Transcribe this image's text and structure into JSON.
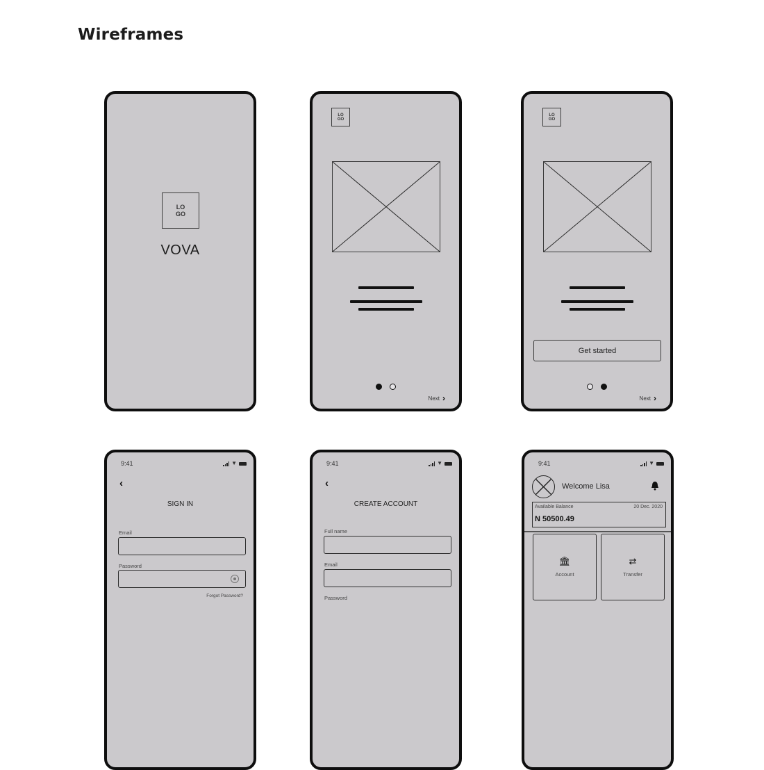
{
  "page": {
    "title": "Wireframes"
  },
  "colors": {
    "screen_bg": "#cbc9cc",
    "frame": "#0e0e0e",
    "stroke": "#3a3a3a",
    "page_bg": "#ffffff"
  },
  "splash": {
    "logo_line1": "LO",
    "logo_line2": "GO",
    "brand": "VOVA"
  },
  "onboarding1": {
    "logo_line1": "LO",
    "logo_line2": "GO",
    "image_icon": "image-placeholder-icon",
    "pagination": [
      "active",
      "inactive"
    ],
    "next_label": "Next",
    "next_icon": "chevron-right-icon"
  },
  "onboarding2": {
    "logo_line1": "LO",
    "logo_line2": "GO",
    "image_icon": "image-placeholder-icon",
    "cta_label": "Get started",
    "pagination": [
      "inactive",
      "active"
    ],
    "next_label": "Next",
    "next_icon": "chevron-right-icon"
  },
  "signin": {
    "status_time": "9:41",
    "back_icon": "chevron-left-icon",
    "title": "SIGN IN",
    "email_label": "Email",
    "email_value": "",
    "password_label": "Password",
    "password_value": "",
    "eye_icon": "eye-icon",
    "forgot_label": "Forgot Password?"
  },
  "create_account": {
    "status_time": "9:41",
    "back_icon": "chevron-left-icon",
    "title": "CREATE ACCOUNT",
    "fullname_label": "Full name",
    "fullname_value": "",
    "email_label": "Email",
    "email_value": "",
    "password_label": "Password"
  },
  "dashboard": {
    "status_time": "9:41",
    "welcome": "Welcome Lisa",
    "bell_icon": "bell-icon",
    "balance_label": "Available Balance",
    "balance_date": "20 Dec. 2020",
    "balance_amount": "N 50500.49",
    "tiles": [
      {
        "label": "Account",
        "icon": "bank-icon",
        "glyph": "🏛"
      },
      {
        "label": "Transfer",
        "icon": "transfer-icon",
        "glyph": "⇄"
      }
    ]
  }
}
